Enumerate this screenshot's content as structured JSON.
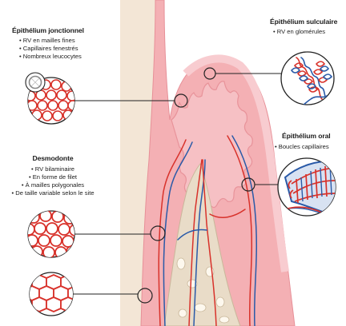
{
  "labels": {
    "junctional": {
      "title": "Épithélium jonctionnel",
      "items": [
        "• RV en mailles fines",
        "• Capillaires fenestrés",
        "• Nombreux leucocytes"
      ]
    },
    "sulcular": {
      "title": "Épithélium sulculaire",
      "items": [
        "• RV en glomérules"
      ]
    },
    "oral": {
      "title": "Épithélium oral",
      "items": [
        "• Boucles capillaires"
      ]
    },
    "desmodonte": {
      "title": "Desmodonte",
      "items": [
        "• RV bilaminaire",
        "• En forme de filet",
        "• À mailles polygonales",
        "• De taille variable selon le site"
      ]
    }
  },
  "colors": {
    "gingiva": "#f2a3a8",
    "gingiva_light": "#f8ccd0",
    "tooth": "#f3e6d6",
    "bone": "#e9dcc8",
    "artery": "#d8322b",
    "vein": "#2a5aa8",
    "outline": "#222222"
  }
}
